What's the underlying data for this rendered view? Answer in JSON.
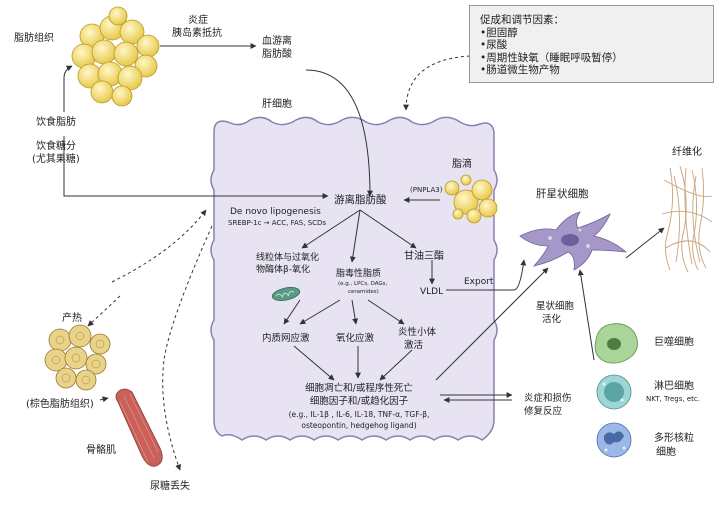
{
  "factors_box": {
    "title": "促成和调节因素：",
    "items": [
      "•胆固醇",
      "•尿酸",
      "•周期性缺氧（睡眠呼吸暂停）",
      "•肠道微生物产物"
    ]
  },
  "labels": {
    "adipose_tissue": "脂肪组织",
    "inflammation": "炎症",
    "insulin_resistance": "胰岛素抵抗",
    "blood_ffa_1": "血游离",
    "blood_ffa_2": "脂肪酸",
    "hepatocyte": "肝细胞",
    "dietary_fat": "饮食脂肪",
    "dietary_sugar_1": "饮食糖分",
    "dietary_sugar_2": "(尤其果糖)",
    "lipid_droplet": "脂滴",
    "pnpla3": "(PNPLA3)",
    "ffa": "游离脂肪酸",
    "de_novo": "De novo lipogenesis",
    "srebp": "SREBP-1c → ACC, FAS, SCDs",
    "triglyceride": "甘油三酯",
    "beta_ox_1": "线粒体与过氧化",
    "beta_ox_2": "物酶体β-氧化",
    "lipotoxic": "脂毒性脂质",
    "lipotoxic_sub_1": "(e.g., LPCs, DAGs,",
    "lipotoxic_sub_2": "ceramides)",
    "vldl": "VLDL",
    "export": "Export",
    "er_stress": "内质网应激",
    "ox_stress": "氧化应激",
    "inflammasome_1": "炎性小体",
    "inflammasome_2": "激活",
    "death_1": "细胞凋亡和/或程序性死亡",
    "death_2": "细胞因子和/或趋化因子",
    "death_3": "(e.g., IL-1β , IL-6, IL-18, TNF-α, TGF-β,",
    "death_4": "osteopontin, hedgehog ligand)",
    "fibrosis": "纤维化",
    "stellate": "肝星状细胞",
    "activation_1": "星状细胞",
    "activation_2": "活化",
    "inflam_repair_1": "炎症和损伤",
    "inflam_repair_2": "修复反应",
    "macrophage": "巨噬细胞",
    "lymph": "淋巴细胞",
    "lymph_sub": "NKT, Tregs, etc.",
    "neutrophil_1": "多形核粒",
    "neutrophil_2": "细胞",
    "thermogenesis": "产热",
    "brown_fat": "(棕色脂肪组织)",
    "skeletal_muscle": "骨骼肌",
    "glycosuria": "尿糖丢失"
  },
  "colors": {
    "cell_fill": "#e8e3f3",
    "cell_stroke": "#8a80b0",
    "fat_yellow": "#f2dc72",
    "fat_stroke": "#b89a2a",
    "stellate": "#a598c8",
    "macrophage": "#a8d69a",
    "lymphocyte": "#9ed6d6",
    "neutrophil": "#9cb8e6",
    "muscle": "#c9605a",
    "fiber": "#c9a27a",
    "mito": "#5a9a86"
  }
}
